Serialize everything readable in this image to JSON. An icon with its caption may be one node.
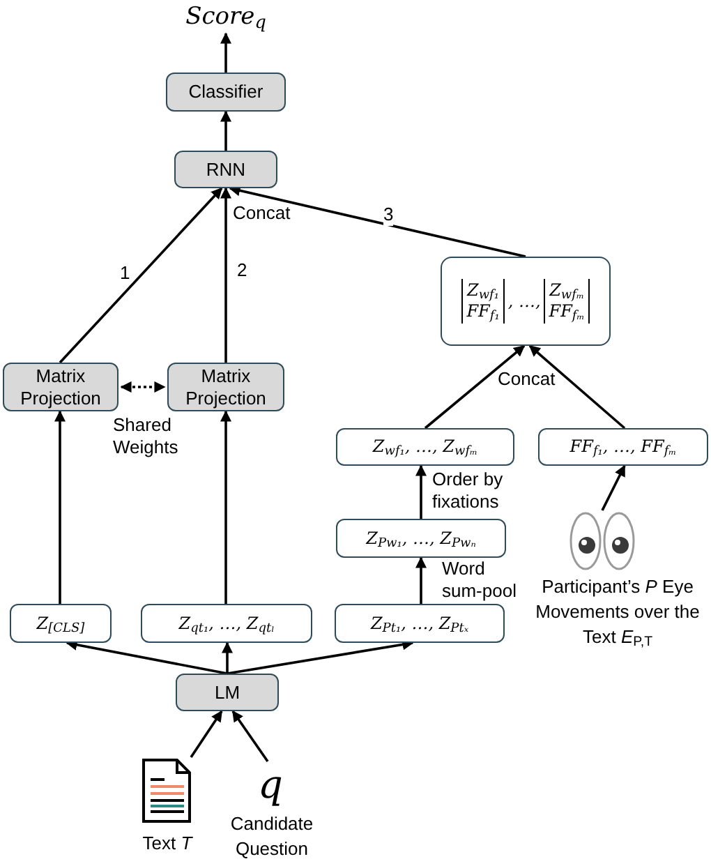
{
  "diagram": {
    "nodes": [
      {
        "text": [
          "Score$_{q}$"
        ]
      },
      {
        "text": [
          "Classifier"
        ]
      },
      {
        "text": [
          "RNN"
        ]
      },
      {
        "text": [
          "Z$_{wf₁}$",
          "FF$_{f₁}$",
          ", …,",
          "Z$_{wfₘ}$",
          "FF$_{fₘ}$"
        ]
      },
      {
        "text": [
          "Matrix Projection"
        ]
      },
      {
        "text": [
          "Matrix Projection"
        ]
      },
      {
        "text": [
          "Z$_{wf₁}$, …, Z$_{wfₘ}$"
        ]
      },
      {
        "text": [
          "FF$_{f₁}$, …, FF$_{fₘ}$"
        ]
      },
      {
        "text": [
          "Z$_{Pw₁}$, …, Z$_{Pwₙ}$"
        ]
      },
      {
        "text": [
          "Z$_{[CLS]}$"
        ]
      },
      {
        "text": [
          "Z$_{qt₁}$, …, Z$_{qtₗ}$"
        ]
      },
      {
        "text": [
          "Z$_{Pt₁}$, …, Z$_{Ptₓ}$"
        ]
      },
      {
        "text": [
          "LM"
        ]
      },
      {
        "text": [],
        "shape": "picture",
        "beside": [
          "Text *T*"
        ]
      },
      {
        "text": [
          "q"
        ],
        "beside": [
          "Candidate Question"
        ]
      },
      {
        "text": [],
        "shape": "picture",
        "beside": [
          "Participant’s *P* Eye Movements over the Text *E*$_{P,T}$"
        ]
      }
    ],
    "edges": [
      {
        "from": 1,
        "to": 0,
        "arrow": "to"
      },
      {
        "from": 2,
        "to": 1,
        "arrow": "to"
      },
      {
        "from": 4,
        "to": 2,
        "arrow": "to",
        "label": "1"
      },
      {
        "from": 5,
        "to": 2,
        "arrow": "to",
        "label": "2"
      },
      {
        "from": 3,
        "to": 2,
        "arrow": "to",
        "label": "3"
      },
      {
        "from": 4,
        "to": 5,
        "arrow": "both",
        "style": "dashed"
      },
      {
        "from": 6,
        "to": 3,
        "arrow": "to"
      },
      {
        "from": 7,
        "to": 3,
        "arrow": "to"
      },
      {
        "from": 8,
        "to": 6,
        "arrow": "to",
        "label": "Order by fixations"
      },
      {
        "from": 11,
        "to": 8,
        "arrow": "to",
        "label": "Word sum-pool"
      },
      {
        "from": 9,
        "to": 4,
        "arrow": "to"
      },
      {
        "from": 10,
        "to": 5,
        "arrow": "to"
      },
      {
        "from": 12,
        "to": 9,
        "arrow": "to"
      },
      {
        "from": 12,
        "to": 10,
        "arrow": "to"
      },
      {
        "from": 12,
        "to": 11,
        "arrow": "to"
      },
      {
        "from": 13,
        "to": 12,
        "arrow": "to"
      },
      {
        "from": 14,
        "to": 12,
        "arrow": "to"
      },
      {
        "from": 15,
        "to": 7,
        "arrow": "to"
      }
    ],
    "labels": [
      "Concat",
      "Shared Weights",
      "Concat"
    ]
  }
}
